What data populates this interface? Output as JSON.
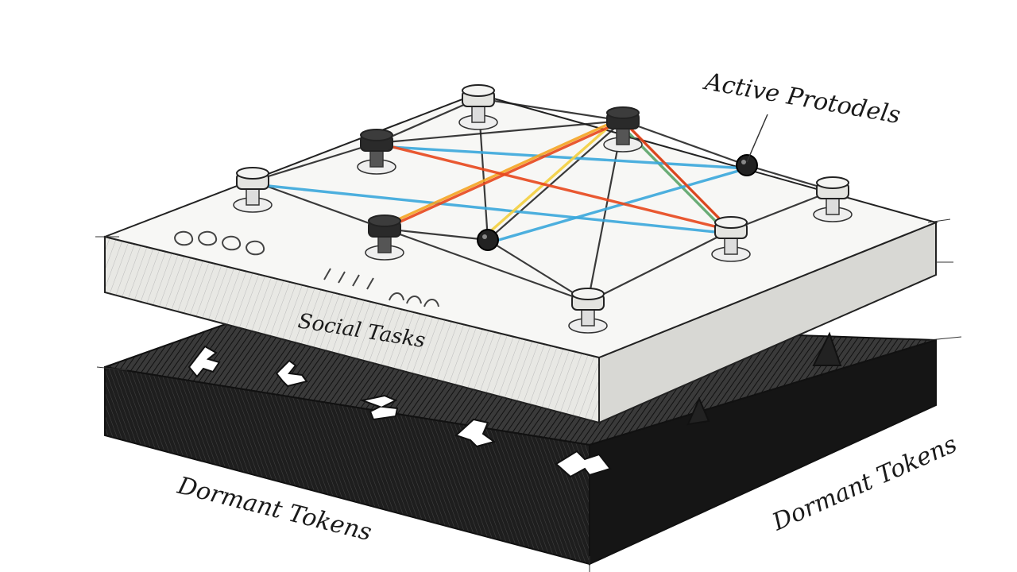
{
  "labels": {
    "active": "Active Protodels",
    "social": "Social Tasks",
    "dormant_left": "Dormant Tokens",
    "dormant_right": "Dormant Tokens"
  },
  "colors": {
    "ink": "#1a1a1a",
    "top_slab": "#f7f7f5",
    "dark_slab": "#2b2b2b",
    "red": "#e8471c",
    "orange": "#f5a623",
    "yellow": "#f4d03f",
    "blue": "#3aa8dc",
    "green": "#5aa469"
  },
  "nodes": [
    {
      "id": "A",
      "style": "light",
      "size": "l"
    },
    {
      "id": "B",
      "style": "dark",
      "size": "l"
    },
    {
      "id": "C",
      "style": "light",
      "size": "l"
    },
    {
      "id": "D",
      "style": "dark",
      "size": "l"
    },
    {
      "id": "E",
      "style": "dark",
      "size": "s"
    },
    {
      "id": "F",
      "style": "light",
      "size": "l"
    },
    {
      "id": "G",
      "style": "dark",
      "size": "l"
    },
    {
      "id": "H",
      "style": "dark",
      "size": "s"
    },
    {
      "id": "I",
      "style": "light",
      "size": "l"
    },
    {
      "id": "J",
      "style": "light",
      "size": "l"
    }
  ],
  "edges": [
    {
      "from": "A",
      "to": "B",
      "color": "ink"
    },
    {
      "from": "B",
      "to": "C",
      "color": "ink"
    },
    {
      "from": "C",
      "to": "D",
      "color": "ink"
    },
    {
      "from": "D",
      "to": "E",
      "color": "ink"
    },
    {
      "from": "E",
      "to": "F",
      "color": "ink"
    },
    {
      "from": "F",
      "to": "I",
      "color": "ink"
    },
    {
      "from": "I",
      "to": "J",
      "color": "ink"
    },
    {
      "from": "J",
      "to": "G",
      "color": "ink"
    },
    {
      "from": "G",
      "to": "A",
      "color": "ink"
    },
    {
      "from": "G",
      "to": "H",
      "color": "ink"
    },
    {
      "from": "H",
      "to": "J",
      "color": "ink"
    },
    {
      "from": "C",
      "to": "H",
      "color": "ink"
    },
    {
      "from": "B",
      "to": "D",
      "color": "ink"
    },
    {
      "from": "D",
      "to": "H",
      "color": "ink"
    },
    {
      "from": "D",
      "to": "J",
      "color": "ink"
    },
    {
      "from": "D",
      "to": "I",
      "color": "ink"
    },
    {
      "from": "B",
      "to": "I",
      "color": "red"
    },
    {
      "from": "G",
      "to": "D",
      "color": "red"
    },
    {
      "from": "D",
      "to": "I",
      "color": "red"
    },
    {
      "from": "G",
      "to": "D",
      "color": "orange"
    },
    {
      "from": "H",
      "to": "D",
      "color": "yellow"
    },
    {
      "from": "A",
      "to": "I",
      "color": "blue"
    },
    {
      "from": "B",
      "to": "E",
      "color": "blue"
    },
    {
      "from": "H",
      "to": "E",
      "color": "blue"
    },
    {
      "from": "D",
      "to": "I",
      "color": "green"
    }
  ]
}
